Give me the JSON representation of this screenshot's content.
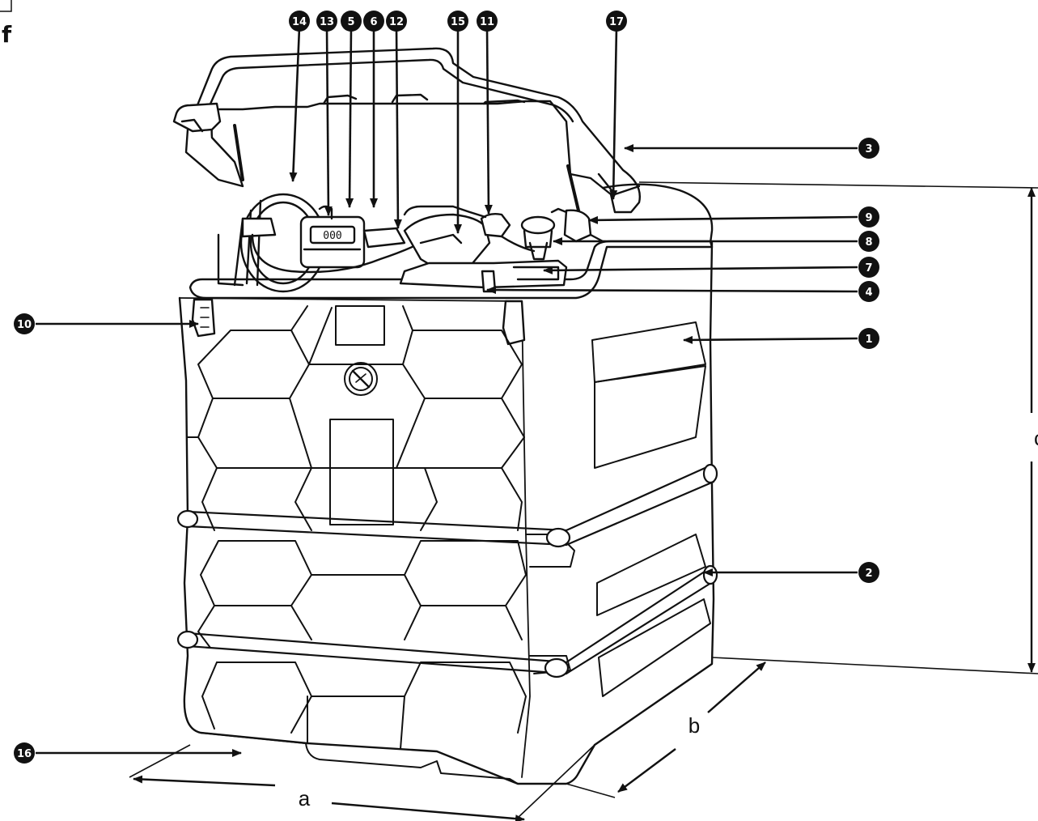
{
  "figure": {
    "corner_letter": "f",
    "colors": {
      "ink": "#111111",
      "background": "#ffffff"
    }
  },
  "callouts": [
    {
      "id": "c1",
      "label": "1"
    },
    {
      "id": "c2",
      "label": "2"
    },
    {
      "id": "c3",
      "label": "3"
    },
    {
      "id": "c4",
      "label": "4"
    },
    {
      "id": "c5",
      "label": "5"
    },
    {
      "id": "c6",
      "label": "6"
    },
    {
      "id": "c7",
      "label": "7"
    },
    {
      "id": "c8",
      "label": "8"
    },
    {
      "id": "c9",
      "label": "9"
    },
    {
      "id": "c10",
      "label": "10"
    },
    {
      "id": "c11",
      "label": "11"
    },
    {
      "id": "c12",
      "label": "12"
    },
    {
      "id": "c13",
      "label": "13"
    },
    {
      "id": "c14",
      "label": "14"
    },
    {
      "id": "c15",
      "label": "15"
    },
    {
      "id": "c16",
      "label": "16"
    },
    {
      "id": "c17",
      "label": "17"
    }
  ],
  "dimensions": {
    "a": "a",
    "b": "b",
    "c": "c"
  },
  "meter_display": "000"
}
